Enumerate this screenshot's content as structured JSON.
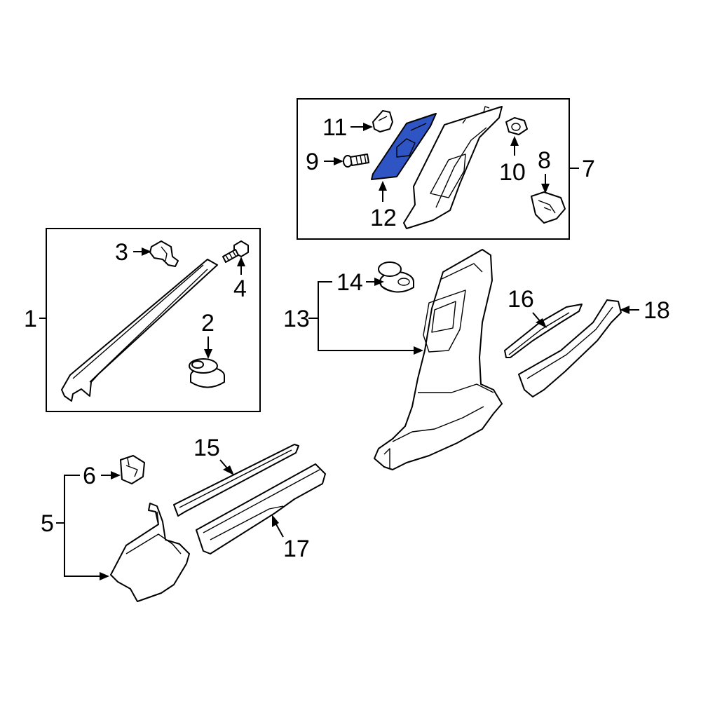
{
  "diagram": {
    "highlight_color": "#2f55c4",
    "callouts": {
      "c1": "1",
      "c2": "2",
      "c3": "3",
      "c4": "4",
      "c5": "5",
      "c6": "6",
      "c7": "7",
      "c8": "8",
      "c9": "9",
      "c10": "10",
      "c11": "11",
      "c12": "12",
      "c13": "13",
      "c14": "14",
      "c15": "15",
      "c16": "16",
      "c17": "17",
      "c18": "18"
    }
  }
}
